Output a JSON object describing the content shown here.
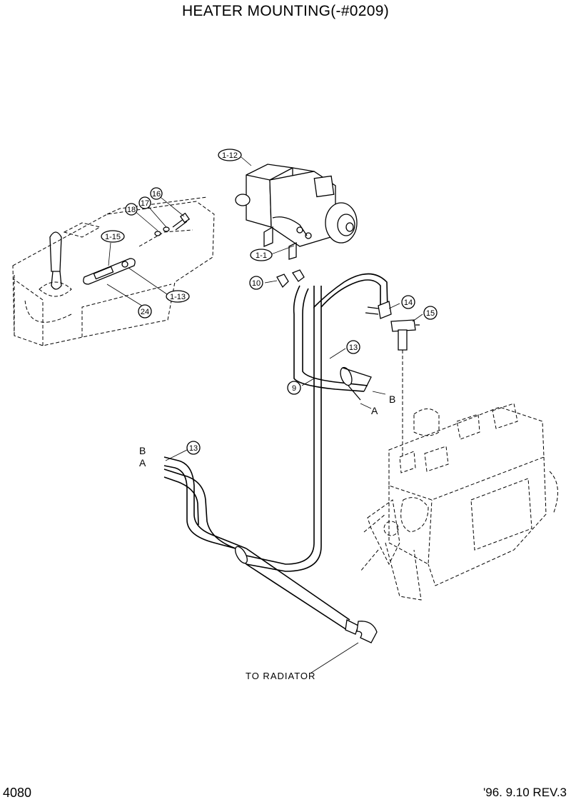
{
  "title": "HEATER MOUNTING(-#0209)",
  "footer": {
    "page_number": "4080",
    "revision": "'96. 9.10  REV.3"
  },
  "callouts": {
    "c1_12": "1-12",
    "c16": "16",
    "c17": "17",
    "c18": "18",
    "c1_15": "1-15",
    "c1_1": "1-1",
    "c1_13": "1-13",
    "c24": "24",
    "c10": "10",
    "c14": "14",
    "c15": "15",
    "c13_upper": "13",
    "c9": "9",
    "c13_lower": "13"
  },
  "hose_markers": {
    "b_upper": "B",
    "a_upper": "A",
    "b_lower": "B",
    "a_lower": "A"
  },
  "to_radiator": "TO RADIATOR"
}
